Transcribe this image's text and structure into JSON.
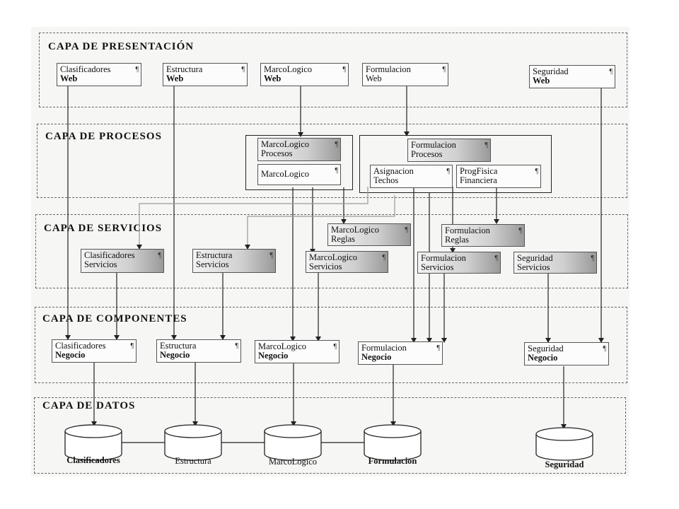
{
  "layers": {
    "presentacion": "CAPA DE PRESENTACIÓN",
    "procesos": "CAPA DE PROCESOS",
    "servicios": "CAPA DE SERVICIOS",
    "componentes": "CAPA DE COMPONENTES",
    "datos": "CAPA DE DATOS"
  },
  "presentacion": [
    {
      "l1": "Clasificadores",
      "l2": "Web"
    },
    {
      "l1": "Estructura",
      "l2": "Web"
    },
    {
      "l1": "MarcoLogico",
      "l2": "Web"
    },
    {
      "l1": "Formulacion",
      "l2": "Web"
    },
    {
      "l1": "Seguridad",
      "l2": "Web"
    }
  ],
  "procesos": {
    "marcologico_procesos": {
      "l1": "MarcoLogico",
      "l2": "Procesos"
    },
    "marcologico": {
      "l1": "MarcoLogico"
    },
    "formulacion_procesos": {
      "l1": "Formulacion",
      "l2": "Procesos"
    },
    "asignacion_techos": {
      "l1": "Asignacion",
      "l2": "Techos"
    },
    "progfisica_financiera": {
      "l1": "ProgFisica",
      "l2": "Financiera"
    }
  },
  "servicios": {
    "marcologico_reglas": {
      "l1": "MarcoLogico",
      "l2": "Reglas"
    },
    "formulacion_reglas": {
      "l1": "Formulacion",
      "l2": "Reglas"
    },
    "clasificadores": {
      "l1": "Clasificadores",
      "l2": "Servicios"
    },
    "estructura": {
      "l1": "Estructura",
      "l2": "Servicios"
    },
    "marcologico": {
      "l1": "MarcoLogico",
      "l2": "Servicios"
    },
    "formulacion": {
      "l1": "Formulacion",
      "l2": "Servicios"
    },
    "seguridad": {
      "l1": "Seguridad",
      "l2": "Servicios"
    }
  },
  "componentes": [
    {
      "l1": "Clasificadores",
      "l2": "Negocio"
    },
    {
      "l1": "Estructura",
      "l2": "Negocio"
    },
    {
      "l1": "MarcoLogico",
      "l2": "Negocio"
    },
    {
      "l1": "Formulacion",
      "l2": "Negocio"
    },
    {
      "l1": "Seguridad",
      "l2": "Negocio"
    }
  ],
  "datos": [
    "Clasificadores",
    "Estructura",
    "MarcoLogico",
    "Formulacion",
    "Seguridad"
  ],
  "icons": {
    "component_glyph": "¶"
  }
}
